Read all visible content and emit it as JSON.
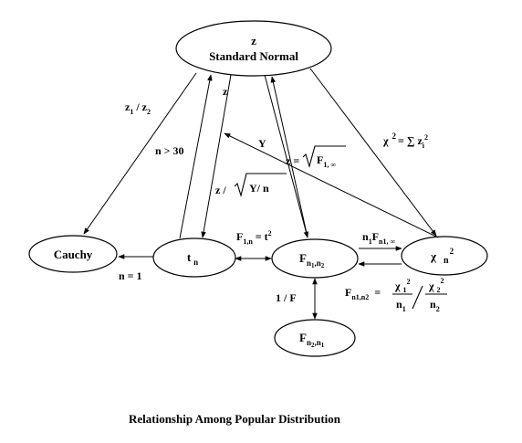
{
  "nodes": {
    "normal": {
      "line1": "z",
      "line2": "Standard Normal"
    },
    "cauchy": {
      "label": "Cauchy"
    },
    "t": {
      "base": "t",
      "sub": "n"
    },
    "f": {
      "base": "F",
      "sub": "n",
      "sub1": "1",
      "comma": ",",
      "sub2": "n",
      "sub3": "2"
    },
    "chi": {
      "base": "χ",
      "sub": "n",
      "sup": "2"
    },
    "f_swap": {
      "base": "F",
      "sub": "n",
      "sub2": "2",
      "comma": ",",
      "sub3": "n",
      "sub4": "1"
    }
  },
  "edges": {
    "z1_z2": {
      "a": "z",
      "a_sub": "1",
      "slash": " / z",
      "b_sub": "2"
    },
    "n_gt_30": "n > 30",
    "z_down": "z",
    "y": "Y",
    "z_sqrt_y_n": {
      "prefix": "z /",
      "radicand": "Y/ n"
    },
    "z_sqrt_f": {
      "prefix": "z =",
      "radicand": "F",
      "sub": "1, ∞"
    },
    "chi_sum": {
      "chi": "χ",
      "sup": "2",
      "eq": "= ∑ z",
      "sub": "i",
      "sup2": "2"
    },
    "n_eq_1": "n = 1",
    "f1n_t2": {
      "F": "F",
      "sub": "1,n",
      "eq": " = t",
      "sup": "2"
    },
    "n1_fn1": {
      "n": "n",
      "n_sub": "1",
      "F": "F",
      "F_sub": "n1, ∞"
    },
    "one_over_f": "1 / F",
    "f_formula": {
      "lhs": "F",
      "lhs_sub": "n1,n2",
      "eq": "=",
      "num1": "χ",
      "num1_sub": "1",
      "num1_sup": "2",
      "den1": "n",
      "den1_sub": "1",
      "num2": "χ",
      "num2_sub": "2",
      "num2_sup": "2",
      "den2": "n",
      "den2_sub": "2"
    }
  },
  "caption": "Relationship Among Popular Distribution"
}
